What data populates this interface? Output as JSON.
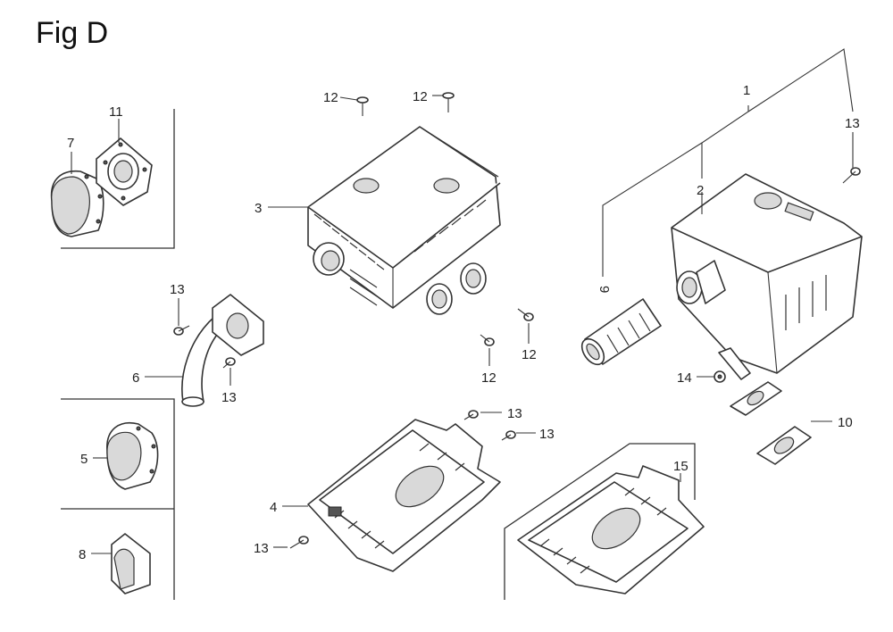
{
  "figure": {
    "title": "Fig D"
  },
  "callouts": [
    {
      "id": "c1",
      "text": "1"
    },
    {
      "id": "c2",
      "text": "2"
    },
    {
      "id": "c3",
      "text": "3"
    },
    {
      "id": "c4",
      "text": "4"
    },
    {
      "id": "c5",
      "text": "5"
    },
    {
      "id": "c6",
      "text": "6"
    },
    {
      "id": "c7",
      "text": "7"
    },
    {
      "id": "c8",
      "text": "8"
    },
    {
      "id": "c9",
      "text": "9"
    },
    {
      "id": "c10",
      "text": "10"
    },
    {
      "id": "c11",
      "text": "11"
    },
    {
      "id": "c12a",
      "text": "12"
    },
    {
      "id": "c12b",
      "text": "12"
    },
    {
      "id": "c12c",
      "text": "12"
    },
    {
      "id": "c12d",
      "text": "12"
    },
    {
      "id": "c13a",
      "text": "13"
    },
    {
      "id": "c13b",
      "text": "13"
    },
    {
      "id": "c13c",
      "text": "13"
    },
    {
      "id": "c13d",
      "text": "13"
    },
    {
      "id": "c13e",
      "text": "13"
    },
    {
      "id": "c13f",
      "text": "13"
    },
    {
      "id": "c14",
      "text": "14"
    },
    {
      "id": "c15",
      "text": "15"
    }
  ]
}
